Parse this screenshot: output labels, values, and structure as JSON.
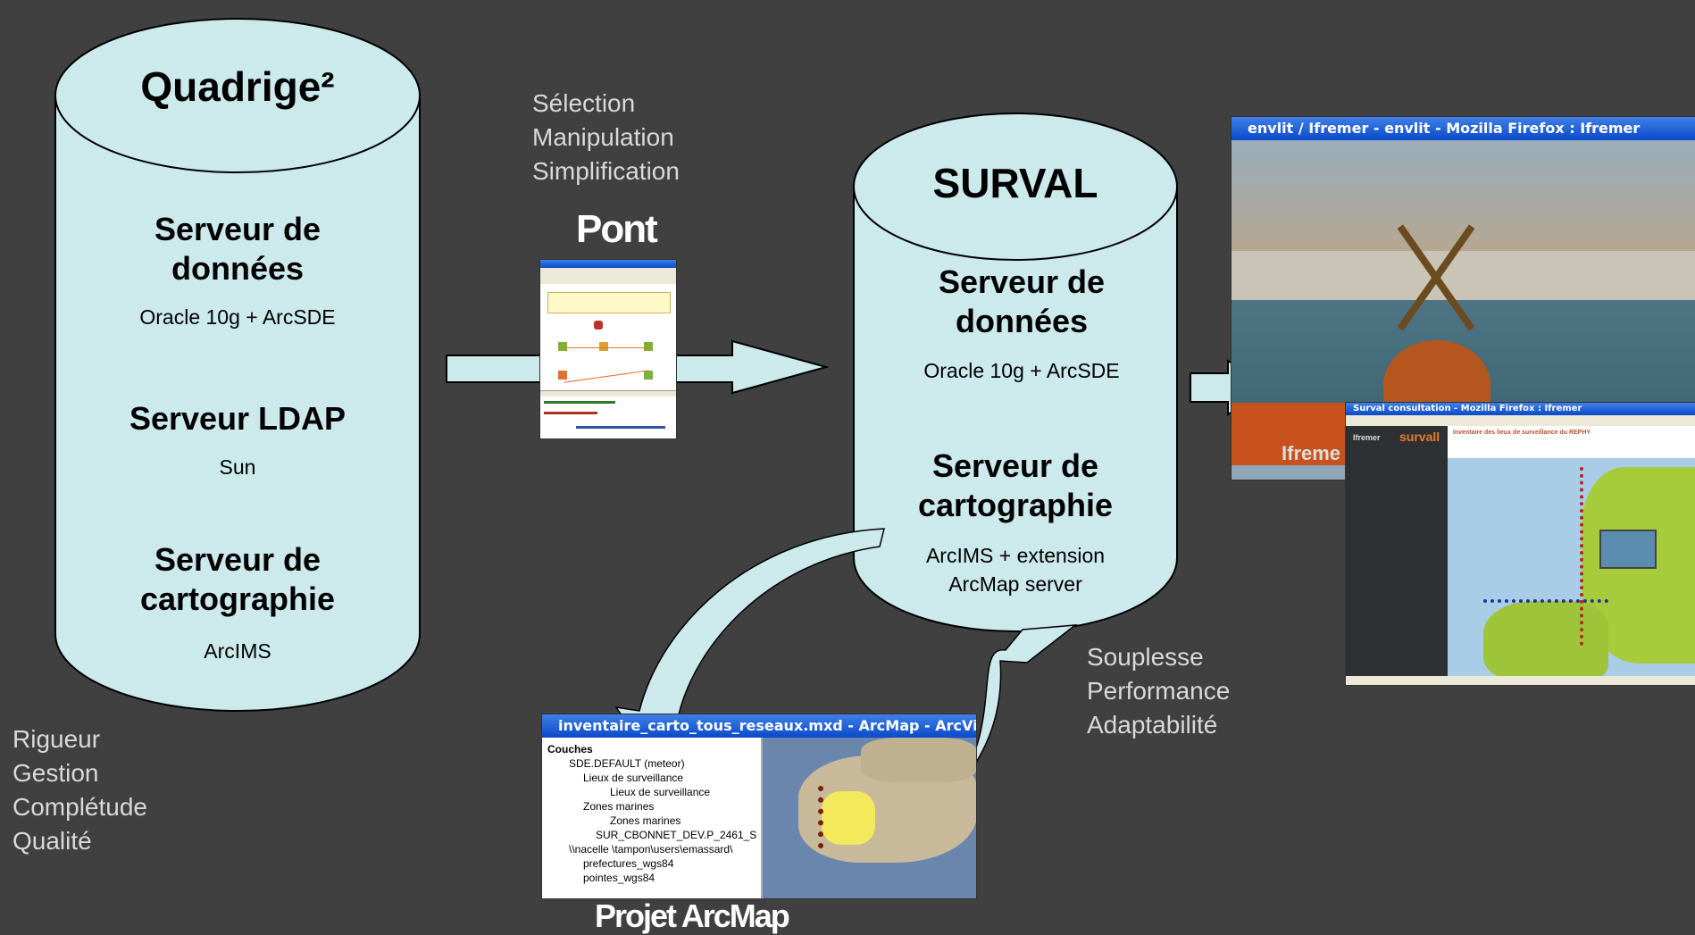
{
  "quadrige": {
    "title": "Quadrige²",
    "server1": "Serveur de données",
    "server1_sub": "Oracle 10g + ArcSDE",
    "server2": "Serveur LDAP",
    "server2_sub": "Sun",
    "server3": "Serveur de cartographie",
    "server3_sub": "ArcIMS"
  },
  "quadrige_qualities": [
    "Rigueur",
    "Gestion",
    "Complétude",
    "Qualité"
  ],
  "pont": {
    "steps": [
      "Sélection",
      "Manipulation",
      "Simplification"
    ],
    "label": "Pont"
  },
  "surval": {
    "title": "SURVAL",
    "server1": "Serveur de données",
    "server1_sub": "Oracle 10g + ArcSDE",
    "server2": "Serveur de cartographie",
    "server2_sub": "ArcIMS + extension ArcMap server"
  },
  "surval_qualities": [
    "Souplesse",
    "Performance",
    "Adaptabilité"
  ],
  "arcmap": {
    "window_title": "inventaire_carto_tous_reseaux.mxd - ArcMap - ArcView",
    "layers": [
      "Couches",
      "SDE.DEFAULT (meteor)",
      "Lieux de surveillance",
      "Lieux de surveillance",
      "Zones marines",
      "Zones marines",
      "SUR_CBONNET_DEV.P_2461_S",
      "\\\\nacelle \\tampon\\users\\emassard\\",
      "prefectures_wgs84",
      "pointes_wgs84"
    ],
    "label": "Projet ArcMap"
  },
  "envlit": {
    "window_title": "envlit / Ifremer - envlit - Mozilla Firefox : Ifremer",
    "logo": "Ifreme"
  },
  "survalweb": {
    "window_title": "Surval consultation - Mozilla Firefox : Ifremer",
    "logo": "survall",
    "brand": "Ifremer",
    "heading": "Inventaire des lieux de surveillance du REPHY"
  },
  "colors": {
    "background": "#404040",
    "cylinder": "#cce9ec",
    "arrow": "#cce9ec"
  }
}
